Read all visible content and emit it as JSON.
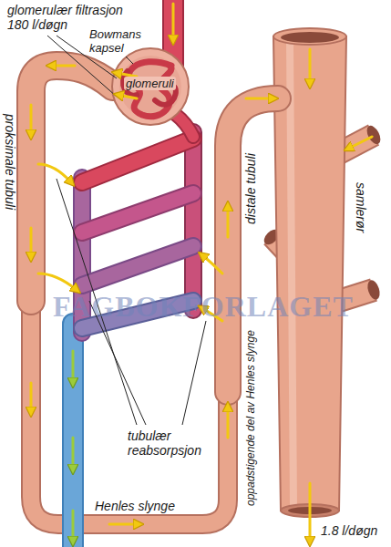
{
  "diagram": {
    "labels": [
      "glomerulær filtrasjon 180 l/døgn",
      "Bowmans kapsel",
      "glomeruli",
      "proksimale tubuli",
      "distale tubuli",
      "samlerør",
      "oppadstigende del av Henles slynge",
      "tubulær reabsorpsjon",
      "Henles slynge",
      "1.8 l/døgn",
      "FAGBOKFORLAGET"
    ]
  }
}
